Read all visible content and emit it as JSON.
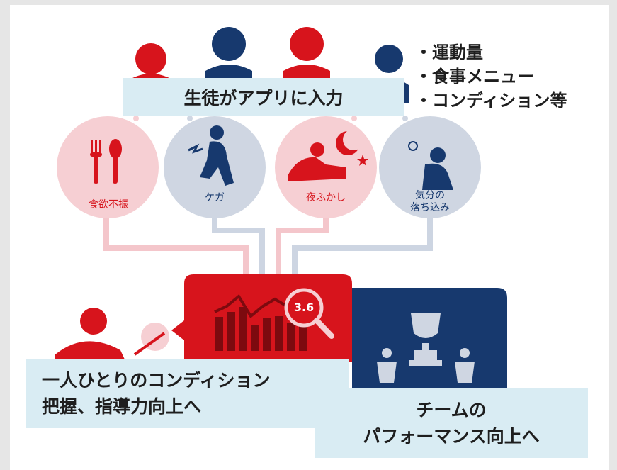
{
  "header": {
    "input_label": "生徒がアプリに入力",
    "input_items": [
      "運動量",
      "食事メニュー",
      "コンディション等"
    ]
  },
  "conditions": [
    {
      "label": "食欲不振",
      "icon": "fork-spoon-icon"
    },
    {
      "label": "ケガ",
      "icon": "injury-icon"
    },
    {
      "label": "夜ふかし",
      "icon": "moon-night-icon"
    },
    {
      "label": "気分の\n落ち込み",
      "icon": "depressed-icon"
    }
  ],
  "analysis": {
    "magnifier_value": "3.6"
  },
  "outcomes": {
    "coach_line1": "一人ひとりのコンディション",
    "coach_line2": "把握、指導力向上へ",
    "team_line1": "チームの",
    "team_line2": "パフォーマンス向上へ"
  },
  "colors": {
    "red": "#d7141c",
    "navy": "#17396e",
    "pink_bg": "#f6cfd3",
    "gray_bg": "#cfd6e2",
    "label_bg": "#d9ecf3"
  }
}
